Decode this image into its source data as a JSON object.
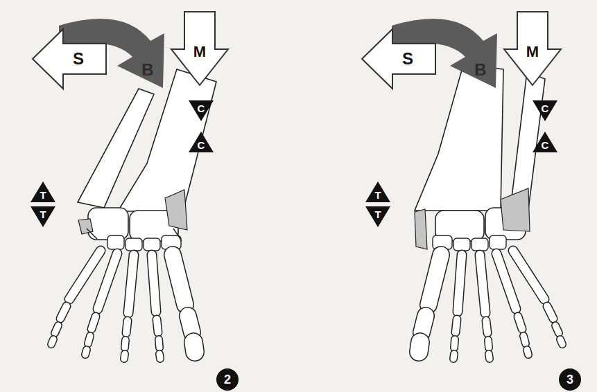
{
  "diagram": {
    "nodes": [
      {
        "text": [
          "B"
        ]
      },
      {
        "text": [
          "S"
        ]
      },
      {
        "text": [
          "M"
        ]
      },
      {
        "text": [
          "T"
        ]
      },
      {
        "text": [
          "T"
        ]
      },
      {
        "text": [
          "C"
        ]
      },
      {
        "text": [
          "C"
        ]
      },
      {
        "text": [
          "2"
        ]
      },
      {
        "text": [
          "B"
        ]
      },
      {
        "text": [
          "S"
        ]
      },
      {
        "text": [
          "M"
        ]
      },
      {
        "text": [
          "T"
        ]
      },
      {
        "text": [
          "T"
        ]
      },
      {
        "text": [
          "C"
        ]
      },
      {
        "text": [
          "C"
        ]
      },
      {
        "text": [
          "3"
        ]
      }
    ]
  }
}
